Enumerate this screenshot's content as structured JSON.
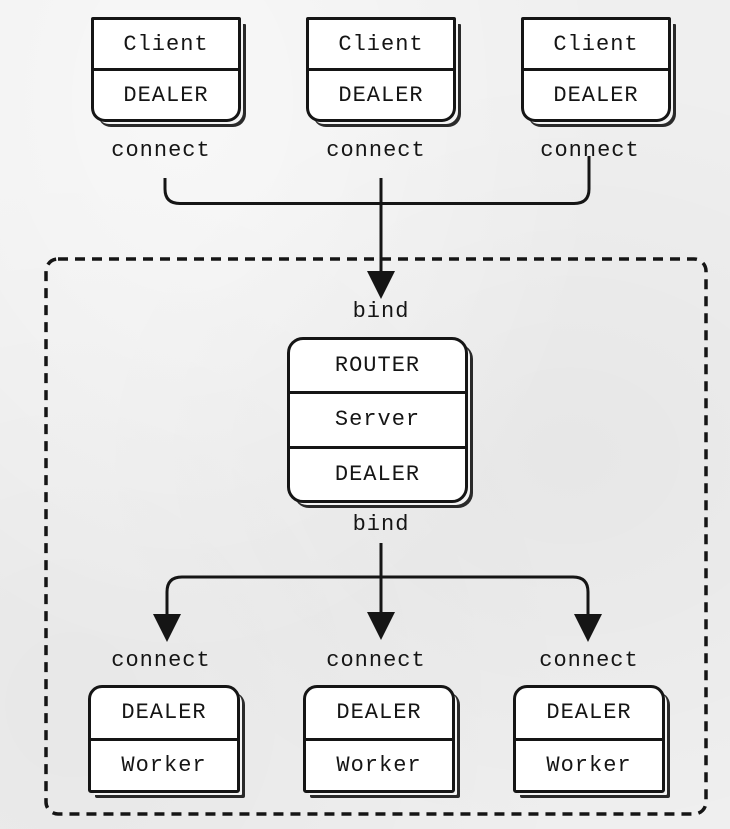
{
  "colors": {
    "ink": "#151515",
    "paper": "#ffffff",
    "background": "#efefef"
  },
  "clients": [
    {
      "title": "Client",
      "socket": "DEALER",
      "action": "connect"
    },
    {
      "title": "Client",
      "socket": "DEALER",
      "action": "connect"
    },
    {
      "title": "Client",
      "socket": "DEALER",
      "action": "connect"
    }
  ],
  "broker": {
    "bind_top": "bind",
    "socket_top": "ROUTER",
    "title": "Server",
    "socket_bottom": "DEALER",
    "bind_bottom": "bind"
  },
  "workers": [
    {
      "socket": "DEALER",
      "title": "Worker",
      "action": "connect"
    },
    {
      "socket": "DEALER",
      "title": "Worker",
      "action": "connect"
    },
    {
      "socket": "DEALER",
      "title": "Worker",
      "action": "connect"
    }
  ]
}
